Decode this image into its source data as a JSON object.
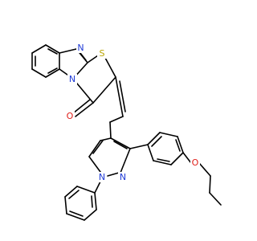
{
  "molecule": {
    "atoms": [
      {
        "id": "N1",
        "symbol": "N",
        "color": "#1f3bd6"
      },
      {
        "id": "S1",
        "symbol": "S",
        "color": "#b8a400"
      },
      {
        "id": "N2",
        "symbol": "N",
        "color": "#1f3bd6"
      },
      {
        "id": "O1",
        "symbol": "O",
        "color": "#e0201b"
      },
      {
        "id": "N3",
        "symbol": "N",
        "color": "#1f3bd6"
      },
      {
        "id": "N4",
        "symbol": "N",
        "color": "#1f3bd6"
      },
      {
        "id": "O2",
        "symbol": "O",
        "color": "#e0201b"
      }
    ]
  }
}
